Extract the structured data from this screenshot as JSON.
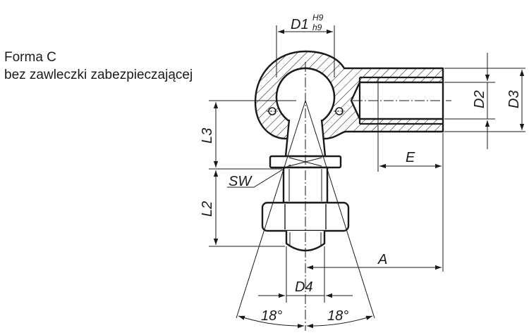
{
  "caption": {
    "line1": "Forma C",
    "line2": "bez zawleczki zabezpieczającej"
  },
  "dimensions": {
    "d1": "D1",
    "d1_tol_upper": "H9",
    "d1_tol_lower": "h9",
    "d2": "D2",
    "d3": "D3",
    "e": "E",
    "l3": "L3",
    "l2": "L2",
    "sw": "SW",
    "a": "A",
    "d4": "D4",
    "angle_left": "18°",
    "angle_right": "18°"
  },
  "colors": {
    "line": "#1a1a1a",
    "background": "#ffffff"
  }
}
